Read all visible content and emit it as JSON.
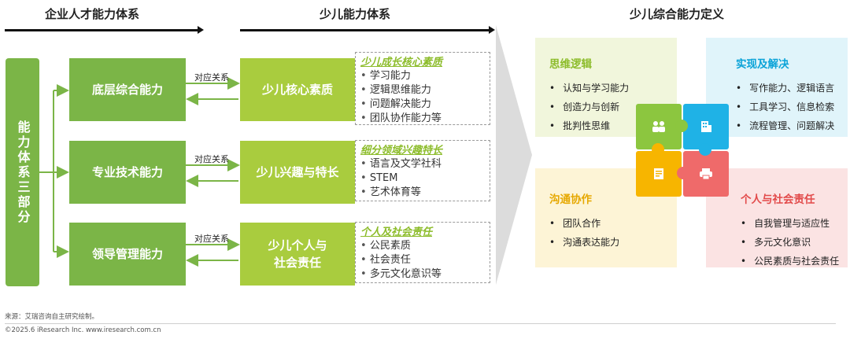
{
  "headers": {
    "enterprise": "企业人才能力体系",
    "child": "少儿能力体系",
    "definition": "少儿综合能力定义"
  },
  "left_column": {
    "label": "能力体系三部分"
  },
  "rows": [
    {
      "enterprise": "底层综合能力",
      "relation": "对应关系",
      "child": "少儿核心素质",
      "detail_title": "少儿成长核心素质",
      "detail_items": [
        "学习能力",
        "逻辑思维能力",
        "问题解决能力",
        "团队协作能力等"
      ]
    },
    {
      "enterprise": "专业技术能力",
      "relation": "对应关系",
      "child": "少儿兴趣与特长",
      "detail_title": "细分领域兴趣特长",
      "detail_items": [
        "语言及文学社科",
        "STEM",
        "艺术体育等"
      ]
    },
    {
      "enterprise": "领导管理能力",
      "relation": "对应关系",
      "child_line1": "少儿个人与",
      "child_line2": "社会责任",
      "detail_title": "个人及社会责任",
      "detail_items": [
        "公民素质",
        "社会责任",
        "多元文化意识等"
      ]
    }
  ],
  "quadrants": {
    "top_left": {
      "title": "思维逻辑",
      "items": [
        "认知与学习能力",
        "创造力与创新",
        "批判性思维"
      ],
      "color": "#8cbc2a",
      "bg": "#f1f6dc"
    },
    "top_right": {
      "title": "实现及解决",
      "items": [
        "写作能力、逻辑语言",
        "工具学习、信息检索",
        "流程管理、问题解决"
      ],
      "color": "#0aa3d8",
      "bg": "#e0f4fa"
    },
    "bottom_left": {
      "title": "沟通协作",
      "items": [
        "团队合作",
        "沟通表达能力"
      ],
      "color": "#e6a800",
      "bg": "#fdf4d6"
    },
    "bottom_right": {
      "title": "个人与社会责任",
      "items": [
        "自我管理与适应性",
        "多元文化意识",
        "公民素质与社会责任"
      ],
      "color": "#e24a4a",
      "bg": "#fbe3e3"
    }
  },
  "puzzle_icons": {
    "green": "people-icon",
    "blue": "building-icon",
    "yellow": "document-icon",
    "red": "printer-icon"
  },
  "colors": {
    "green_dark": "#7bb547",
    "green_light": "#a9cc3e",
    "puzzle_green": "#8cc63f",
    "puzzle_blue": "#1fb2e6",
    "puzzle_yellow": "#f7b500",
    "puzzle_red": "#ef6a6a"
  },
  "footer": {
    "source": "来源：艾瑞咨询自主研究绘制。",
    "copyright": "©2025.6 iResearch Inc. www.iresearch.com.cn"
  }
}
